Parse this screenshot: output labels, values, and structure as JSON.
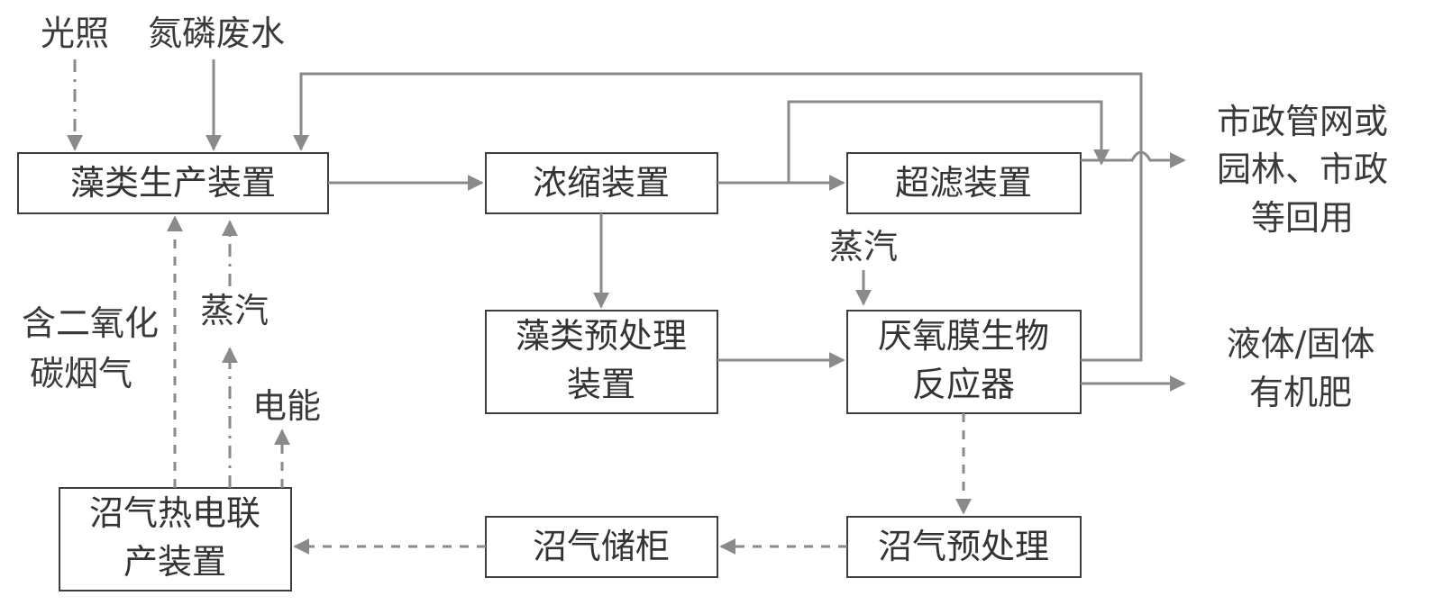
{
  "colors": {
    "line": "#8a8a8a",
    "box_border": "#3d3d3d",
    "text": "#333333"
  },
  "boxes": {
    "algae_production": "藻类生产装置",
    "concentration": "浓缩装置",
    "ultrafiltration": "超滤装置",
    "algae_pretreatment": [
      "藻类预处理",
      "装置"
    ],
    "anaerobic_mbr": [
      "厌氧膜生物",
      "反应器"
    ],
    "biogas_chp": [
      "沼气热电联",
      "产装置"
    ],
    "biogas_storage": "沼气储柜",
    "biogas_pretreatment": "沼气预处理"
  },
  "labels": {
    "light": "光照",
    "nitrogen_phosphorus_wastewater": "氮磷废水",
    "steam_right": "蒸汽",
    "steam_left": "蒸汽",
    "co2_flue_gas": [
      "含二氧化",
      "碳烟气"
    ],
    "electricity": "电能",
    "municipal_reuse": [
      "市政管网或",
      "园林、市政",
      "等回用"
    ],
    "organic_fertilizer": [
      "液体/固体",
      "有机肥"
    ]
  }
}
